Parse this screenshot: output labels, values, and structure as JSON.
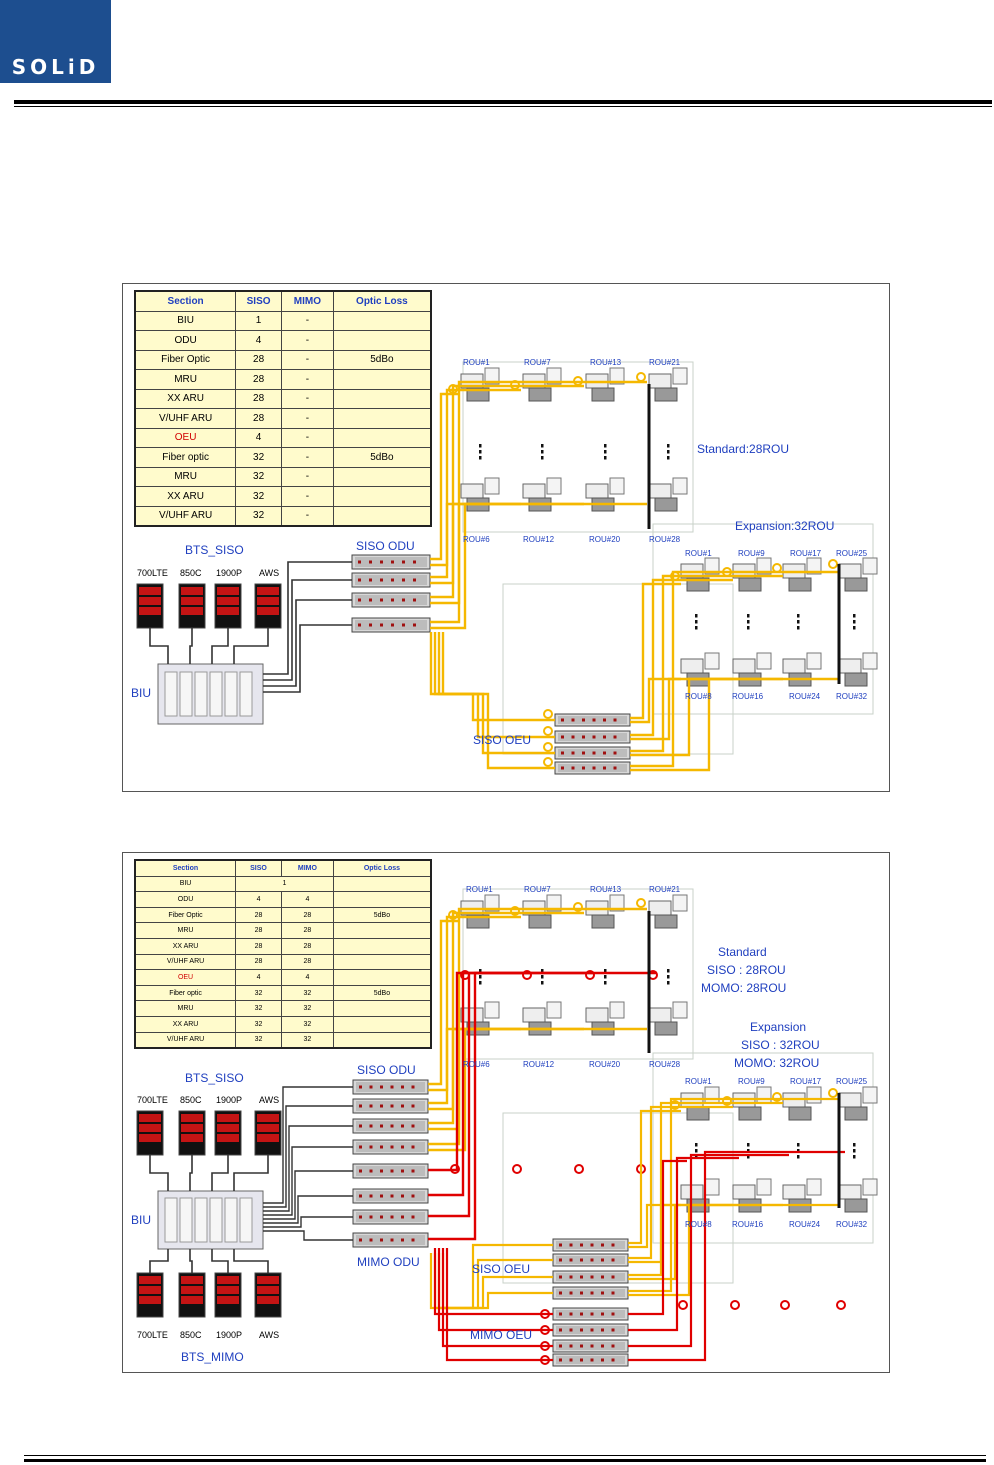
{
  "logo": {
    "text": "SOLiD",
    "color": "#1d4e8f"
  },
  "colors": {
    "yellow_fiber": "#f5b800",
    "red_fiber": "#e00000",
    "label_blue": "#1f3fbf",
    "table_bg": "#fffbcc"
  },
  "siso_diagram": {
    "table": {
      "headers": [
        "Section",
        "SISO",
        "MIMO",
        "Optic Loss"
      ],
      "rows": [
        [
          "BIU",
          "1",
          "-",
          ""
        ],
        [
          "ODU",
          "4",
          "-",
          ""
        ],
        [
          "Fiber Optic",
          "28",
          "-",
          "5dBo"
        ],
        [
          "MRU",
          "28",
          "-",
          ""
        ],
        [
          "XX ARU",
          "28",
          "-",
          ""
        ],
        [
          "V/UHF ARU",
          "28",
          "-",
          ""
        ],
        [
          "OEU",
          "4",
          "-",
          ""
        ],
        [
          "Fiber optic",
          "32",
          "-",
          "5dBo"
        ],
        [
          "MRU",
          "32",
          "-",
          ""
        ],
        [
          "XX ARU",
          "32",
          "-",
          ""
        ],
        [
          "V/UHF ARU",
          "32",
          "-",
          ""
        ]
      ]
    },
    "bts_label": "BTS_SISO",
    "bts_bands": [
      "700LTE",
      "850C",
      "1900P",
      "AWS"
    ],
    "biu_label": "BIU",
    "odu_label": "SISO ODU",
    "oeu_label": "SISO OEU",
    "standard_label": "Standard:28ROU",
    "expansion_label": "Expansion:32ROU",
    "rou_top": [
      "ROU#1",
      "ROU#7",
      "ROU#13",
      "ROU#21"
    ],
    "rou_mid": [
      "ROU#6",
      "ROU#12",
      "ROU#20",
      "ROU#28"
    ],
    "rou_exp_top": [
      "ROU#1",
      "ROU#9",
      "ROU#17",
      "ROU#25"
    ],
    "rou_exp_bot": [
      "ROU#8",
      "ROU#16",
      "ROU#24",
      "ROU#32"
    ]
  },
  "mimo_diagram": {
    "table": {
      "headers": [
        "Section",
        "SISO",
        "MIMO",
        "Optic Loss"
      ],
      "rows": [
        [
          "BIU",
          "1",
          "",
          ""
        ],
        [
          "ODU",
          "4",
          "4",
          ""
        ],
        [
          "Fiber Optic",
          "28",
          "28",
          "5dBo"
        ],
        [
          "MRU",
          "28",
          "28",
          ""
        ],
        [
          "XX ARU",
          "28",
          "28",
          ""
        ],
        [
          "V/UHF ARU",
          "28",
          "28",
          ""
        ],
        [
          "OEU",
          "4",
          "4",
          ""
        ],
        [
          "Fiber optic",
          "32",
          "32",
          "5dBo"
        ],
        [
          "MRU",
          "32",
          "32",
          ""
        ],
        [
          "XX ARU",
          "32",
          "32",
          ""
        ],
        [
          "V/UHF ARU",
          "32",
          "32",
          ""
        ]
      ]
    },
    "bts_siso_label": "BTS_SISO",
    "bts_mimo_label": "BTS_MIMO",
    "bts_bands": [
      "700LTE",
      "850C",
      "1900P",
      "AWS"
    ],
    "biu_label": "BIU",
    "siso_odu_label": "SISO ODU",
    "mimo_odu_label": "MIMO ODU",
    "siso_oeu_label": "SISO OEU",
    "mimo_oeu_label": "MIMO OEU",
    "standard": {
      "title": "Standard",
      "siso": "SISO : 28ROU",
      "mimo": "MOMO:  28ROU"
    },
    "expansion": {
      "title": "Expansion",
      "siso": "SISO : 32ROU",
      "mimo": "MOMO:  32ROU"
    },
    "rou_top": [
      "ROU#1",
      "ROU#7",
      "ROU#13",
      "ROU#21"
    ],
    "rou_mid": [
      "ROU#6",
      "ROU#12",
      "ROU#20",
      "ROU#28"
    ],
    "rou_exp_top": [
      "ROU#1",
      "ROU#9",
      "ROU#17",
      "ROU#25"
    ],
    "rou_exp_bot": [
      "ROU#8",
      "ROU#16",
      "ROU#24",
      "ROU#32"
    ]
  }
}
